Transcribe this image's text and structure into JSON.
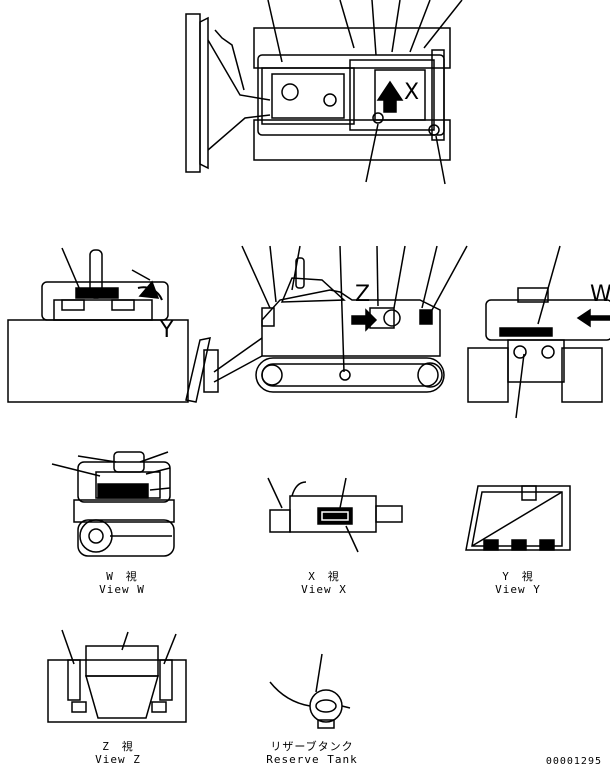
{
  "views": {
    "w": {
      "jp": "W　視",
      "en": "View W"
    },
    "x": {
      "jp": "X　視",
      "en": "View X"
    },
    "y": {
      "jp": "Y　視",
      "en": "View Y"
    },
    "z": {
      "jp": "Z　視",
      "en": "View Z"
    },
    "tank": {
      "jp": "リザーブタンク",
      "en": "Reserve Tank"
    }
  },
  "markers": {
    "x": "X",
    "y": "Y",
    "z": "Z",
    "w": "W"
  },
  "drawing_code": "00001295"
}
